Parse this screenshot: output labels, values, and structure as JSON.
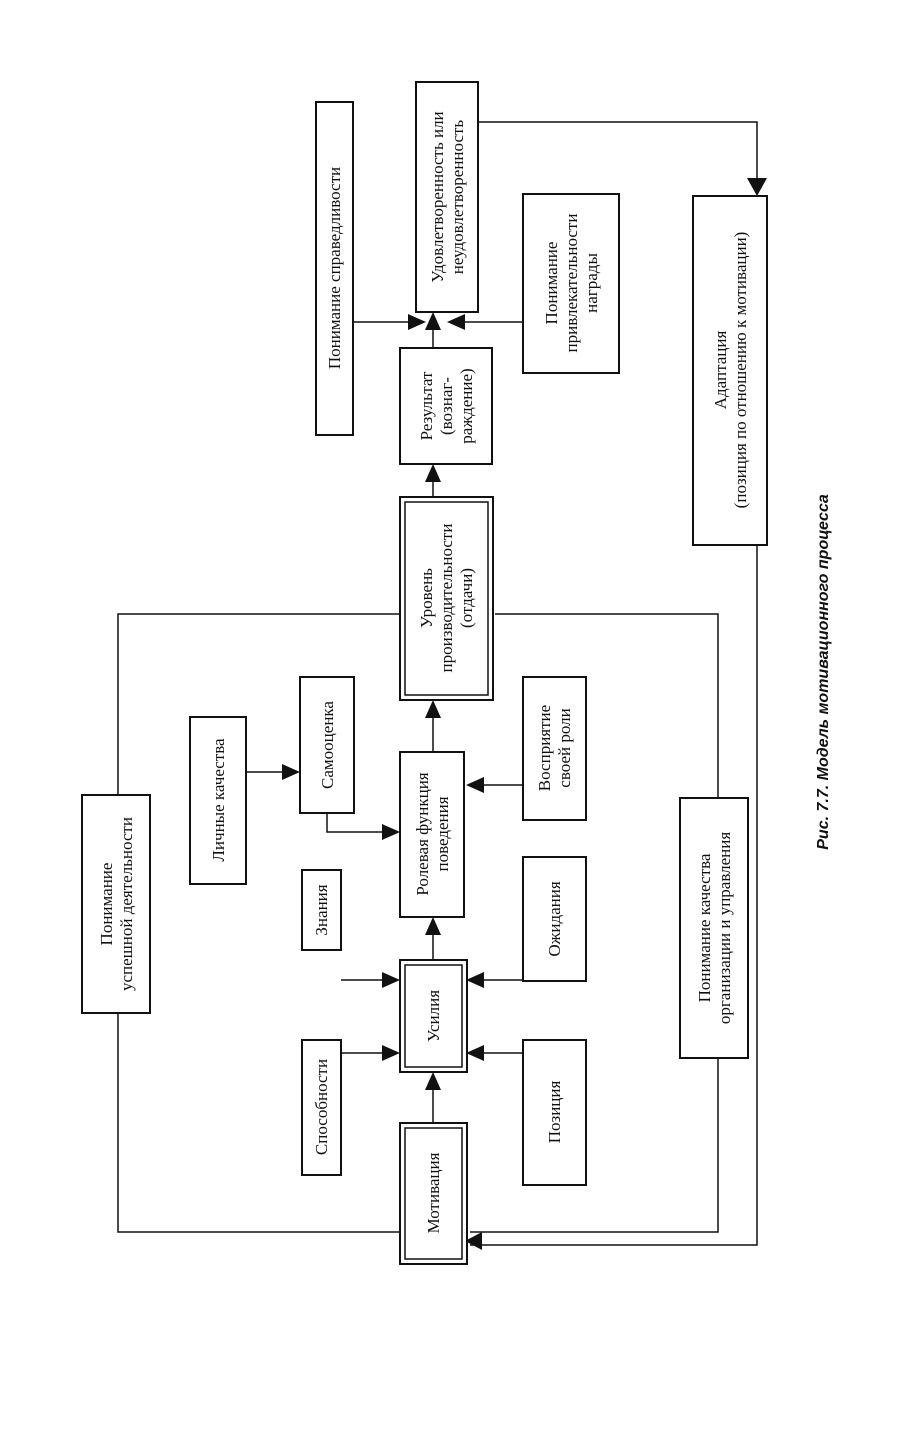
{
  "diagram": {
    "caption": "Рис. 7.7. Модель мотивационного процесса",
    "nodes": {
      "motivation": [
        "Мотивация"
      ],
      "effort": [
        "Усилия"
      ],
      "role_behavior": [
        "Ролевая функция",
        "поведения"
      ],
      "performance": [
        "Уровень",
        "производительности",
        "(отдачи)"
      ],
      "result": [
        "Результат",
        "(вознаг-",
        "раждение)"
      ],
      "satisfaction": [
        "Удовлетворенность или",
        "неудовлетворенность"
      ],
      "abilities": [
        "Способности"
      ],
      "knowledge": [
        "Знания"
      ],
      "personal_qualities": [
        "Личные качества"
      ],
      "self_esteem": [
        "Самооценка"
      ],
      "position": [
        "Позиция"
      ],
      "expectations": [
        "Ожидания"
      ],
      "role_perception": [
        "Восприятие",
        "своей роли"
      ],
      "success_understanding": [
        "Понимание",
        "успешной деятельности"
      ],
      "org_quality_understanding": [
        "Понимание качества",
        "организации и управления"
      ],
      "fairness_understanding": [
        "Понимание справедливости"
      ],
      "reward_attractiveness": [
        "Понимание",
        "привлекательности",
        "награды"
      ],
      "adaptation": [
        "Адаптация",
        "(позиция по отношению к мотивации)"
      ]
    }
  }
}
